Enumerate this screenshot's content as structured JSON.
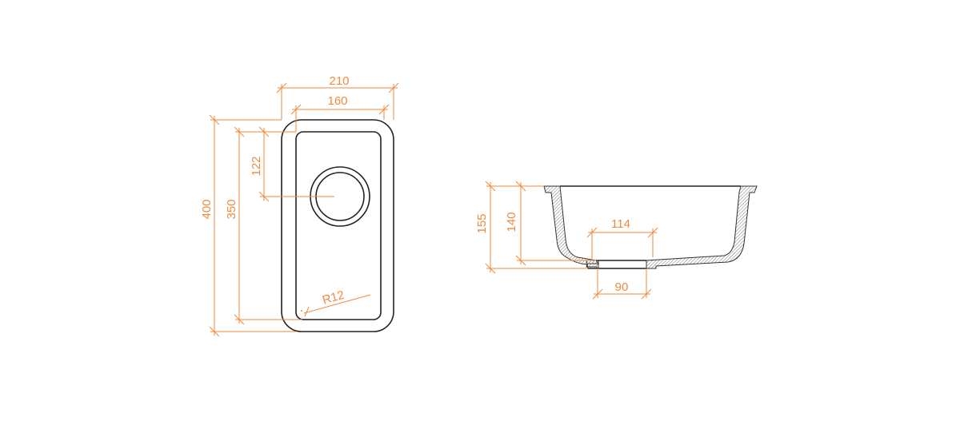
{
  "title": "Undermount sink technical drawing",
  "colors": {
    "dimension": "#f08a3c",
    "outline": "#222222"
  },
  "top_view": {
    "overall_width": "210",
    "inner_width": "160",
    "overall_length": "400",
    "inner_length": "350",
    "drain_offset": "122",
    "corner_radius": "R12"
  },
  "side_view": {
    "overall_depth": "155",
    "inner_depth": "140",
    "drain_flange": "114",
    "drain_diameter": "90"
  }
}
